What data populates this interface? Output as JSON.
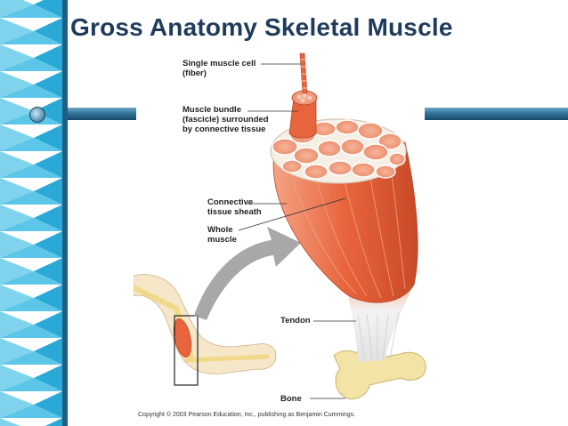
{
  "slide": {
    "title": "Gross Anatomy Skeletal Muscle",
    "copyright": "Copyright © 2003 Pearson Education, Inc., publishing as Benjamin Cummings."
  },
  "labels": {
    "fiber": "Single muscle cell\n(fiber)",
    "fascicle": "Muscle bundle\n(fascicle) surrounded\nby connective tissue",
    "sheath": "Connective\ntissue sheath",
    "whole": "Whole\nmuscle",
    "tendon": "Tendon",
    "bone": "Bone"
  },
  "colors": {
    "title": "#1f3b5c",
    "strip_light": "#7fd3ec",
    "strip_mid": "#2aa9d6",
    "strip_dark": "#1d5f86",
    "rule": "#2f6f95",
    "muscle": "#e8643c",
    "muscle_light": "#f2a083",
    "tendon": "#e6e6e6",
    "bone": "#f3e3a6",
    "arrow": "#8e8e8e",
    "skin": "#f6e7c9"
  },
  "icons": {
    "bullet": "circle-bullet-icon"
  }
}
